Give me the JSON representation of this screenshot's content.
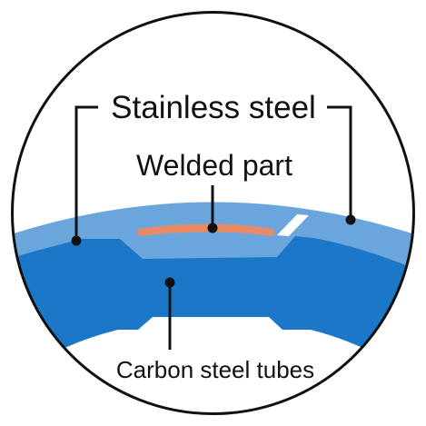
{
  "labels": {
    "stainless_steel": "Stainless steel",
    "welded_part": "Welded part",
    "carbon_steel_tubes": "Carbon steel tubes"
  },
  "colors": {
    "stainless_steel": "#6aa6dc",
    "carbon_steel": "#1b77c7",
    "weld": "#e98a67",
    "outline": "#111111",
    "background": "#ffffff"
  }
}
